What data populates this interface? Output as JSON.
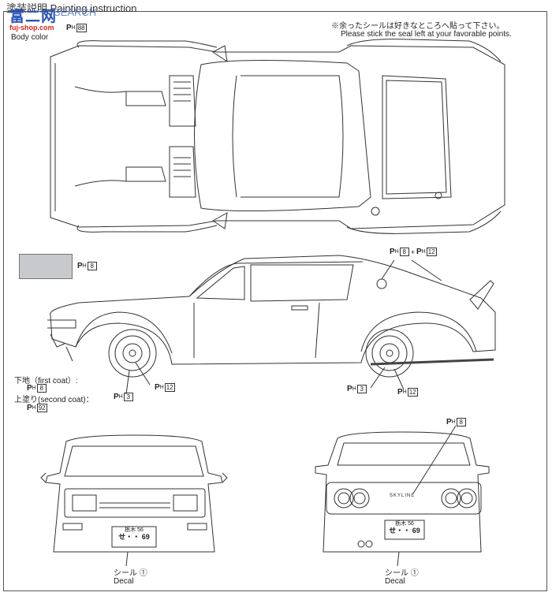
{
  "header": {
    "title": "塗装説明 Painting instruction"
  },
  "watermark": {
    "brand_cn": "富二网",
    "search": "SEARCH",
    "site": "fuj-shop.com"
  },
  "body_color": {
    "code_prefix": "P",
    "code_sub": "H",
    "code": "88",
    "label": "Body color"
  },
  "note": {
    "jp": "※余ったシールは好きなところへ貼って下さい。",
    "en": "Please stick the seal left at your favorable points."
  },
  "swatch_label": {
    "prefix": "P",
    "sub": "H",
    "code": "8"
  },
  "roof_label": {
    "a": "8",
    "plus": "+",
    "b": "12"
  },
  "wheel_front": {
    "a": "3",
    "b": "12"
  },
  "wheel_rear": {
    "a": "3",
    "b": "12"
  },
  "coats": {
    "first_label": "下地（first coat）:",
    "first_code": "8",
    "second_label": "上塗り(second coat)：",
    "second_code": "92"
  },
  "rear_label": {
    "code": "8"
  },
  "plates": {
    "front_line1": "栃木 56",
    "front_line2": "せ・・ 69",
    "rear_line1": "栃木 56",
    "rear_line2": "せ・・ 69"
  },
  "decal_front": {
    "jp": "シール",
    "num": "①",
    "en": "Decal"
  },
  "decal_rear": {
    "jp": "シール",
    "num": "①",
    "en": "Decal"
  },
  "badge": "SKYLINE"
}
